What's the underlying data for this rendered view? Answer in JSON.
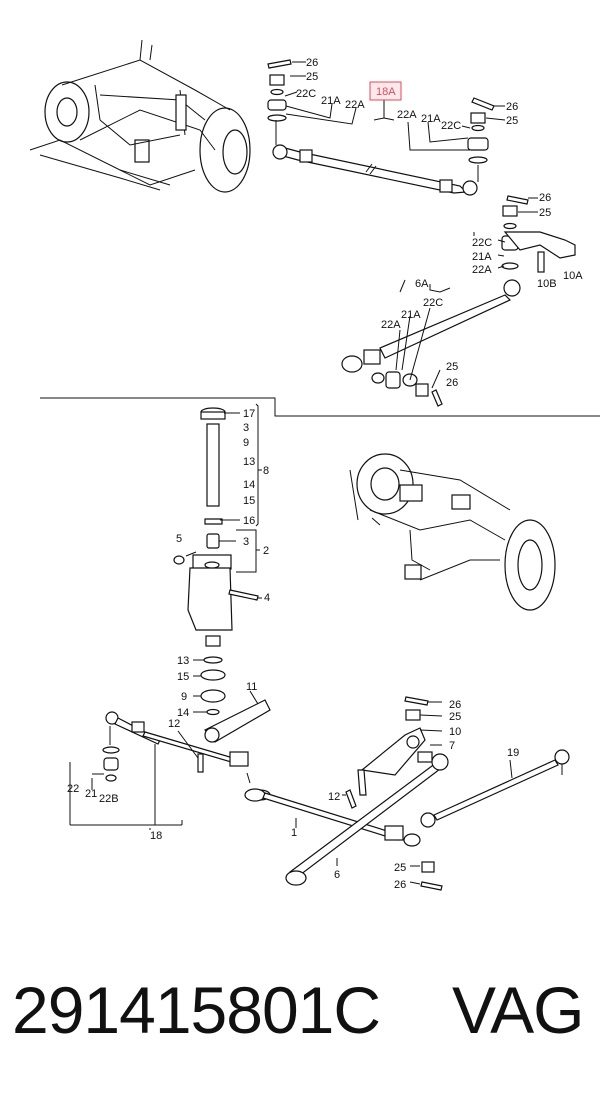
{
  "diagram": {
    "highlight_label": "18A",
    "highlight_color": "#e0495a",
    "sectionA": {
      "left_labels": [
        "26",
        "25",
        "22C",
        "21A",
        "22A"
      ],
      "right_labels": [
        "26",
        "25",
        "22C",
        "21A",
        "22A"
      ]
    },
    "sectionB": {
      "top_labels": [
        "26",
        "25",
        "22C",
        "21A",
        "22A"
      ],
      "arm_labels": [
        "10B",
        "10A"
      ],
      "rod_labels": [
        "6A",
        "22C",
        "21A",
        "22A",
        "25",
        "26"
      ]
    },
    "column": {
      "labels": [
        "17",
        "3",
        "9",
        "13",
        "14",
        "15",
        "16"
      ],
      "group8": "8",
      "lower": [
        "5",
        "3",
        "2",
        "4"
      ]
    },
    "stack": [
      "13",
      "15",
      "9",
      "14"
    ],
    "linkage": {
      "labels": [
        "11",
        "12",
        "10",
        "7",
        "26",
        "25",
        "12",
        "1",
        "6",
        "25",
        "26",
        "19"
      ],
      "end_labels": [
        "22",
        "21",
        "22B"
      ],
      "group18": "18"
    }
  },
  "caption": {
    "part_number": "291415801C",
    "brand": "VAG"
  }
}
